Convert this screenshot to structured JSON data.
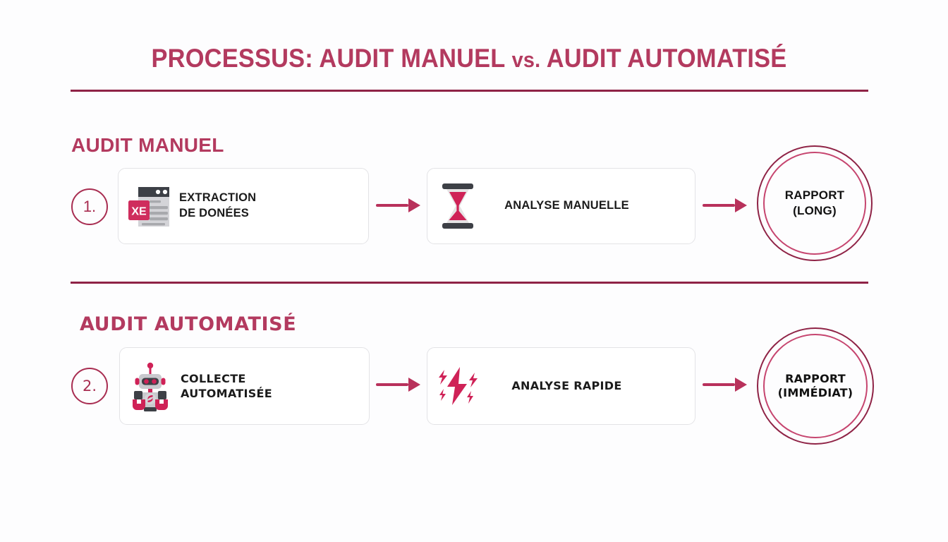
{
  "page": {
    "title": "PROCESSUS: AUDIT MANUEL vs. AUDIT AUTOMATISÉ",
    "title_part_1": "PROCESSUS: AUDIT MANUEL",
    "title_vs": "vs.",
    "title_part_2": "AUDIT AUTOMATISÉ",
    "background_color": "#fdfdfe",
    "accent_color": "#b33a5f",
    "rule_color": "#8f2346",
    "arrow_color": "#b8315b",
    "text_color": "#1b1b1b"
  },
  "sections": [
    {
      "heading": "AUDIT MANUEL",
      "step_number": "1.",
      "steps": [
        {
          "icon": "spreadsheet-document-icon",
          "icon_badge": "XE",
          "label_line_1": "EXTRACTION",
          "label_line_2": "DE DONÉES"
        },
        {
          "icon": "hourglass-icon",
          "label_line_1": "ANALYSE MANUELLE",
          "label_line_2": ""
        }
      ],
      "result": {
        "line_1": "RAPPORT",
        "line_2": "(LONG)"
      }
    },
    {
      "heading": "AUDIT AUTOMATISÉ",
      "step_number": "2.",
      "steps": [
        {
          "icon": "robot-icon",
          "label_line_1": "COLLECTE",
          "label_line_2": "AUTOMATISÉE"
        },
        {
          "icon": "lightning-bolt-icon",
          "label_line_1": "ANALYSE RAPIDE",
          "label_line_2": ""
        }
      ],
      "result": {
        "line_1": "RAPPORT",
        "line_2": "(IMMÉDIAT)"
      }
    }
  ]
}
